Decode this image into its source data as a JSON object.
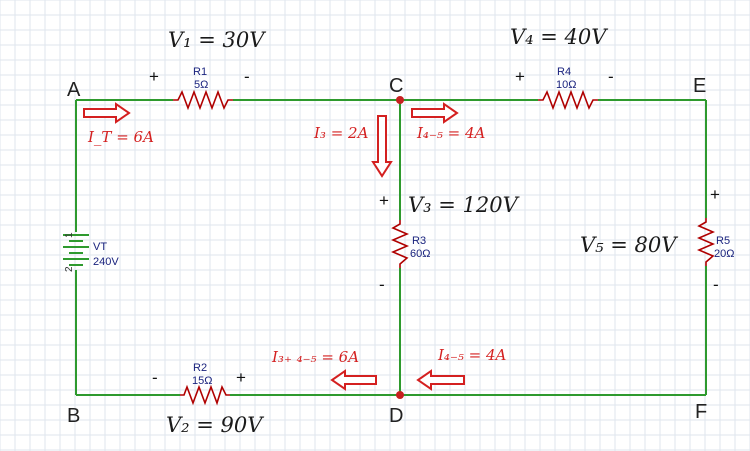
{
  "nodes": {
    "a": "A",
    "b": "B",
    "c": "C",
    "d": "D",
    "e": "E",
    "f": "F"
  },
  "source": {
    "name": "VT",
    "value": "240V",
    "pin_pos": "1",
    "pin_neg": "2"
  },
  "resistors": [
    {
      "name": "R1",
      "value": "5Ω"
    },
    {
      "name": "R2",
      "value": "15Ω"
    },
    {
      "name": "R3",
      "value": "60Ω"
    },
    {
      "name": "R4",
      "value": "10Ω"
    },
    {
      "name": "R5",
      "value": "20Ω"
    }
  ],
  "voltages": {
    "v1": "V₁ = 30V",
    "v2": "V₂ = 90V",
    "v3": "V₃ = 120V",
    "v4": "V₄ = 40V",
    "v5": "V₅ = 80V"
  },
  "currents": {
    "it": "I_T = 6A",
    "i3": "I₃ = 2A",
    "i45_top": "I₄₋₅ = 4A",
    "i345": "I₃₊ ₄₋₅ = 6A",
    "i45_bottom": "I₄₋₅ = 4A"
  },
  "polarity": {
    "plus": "+",
    "minus": "-"
  },
  "colors": {
    "wire": "#2e9a2e",
    "resistor": "#b00000",
    "arrow": "#d42020",
    "grid": "#dfe6ee"
  }
}
